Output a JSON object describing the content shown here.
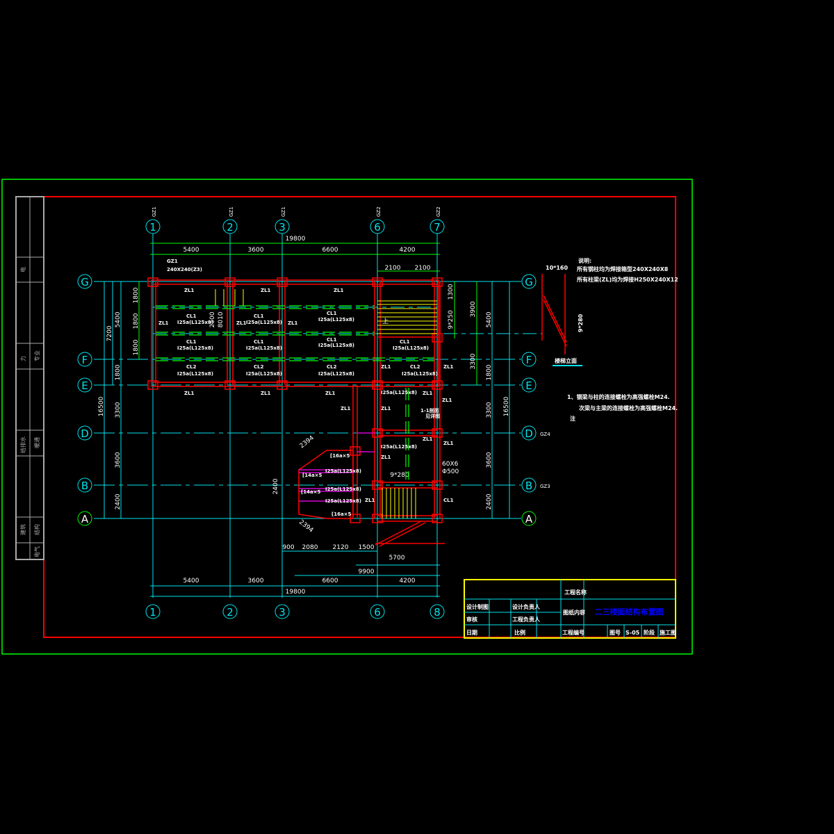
{
  "drawing": {
    "title": "二三楼面结构布置图",
    "colors": {
      "frame_outer": "#00ff00",
      "frame_inner": "#ff0000",
      "axis": "#00e5ee",
      "dim": "#00ff00",
      "beam": "#ff0000",
      "stair": "#ffff00",
      "text": "#ffffff",
      "title": "#0000ff",
      "titleblock": "#ffff00"
    }
  },
  "axes": {
    "top": [
      {
        "label": "1",
        "tag": "GZ1"
      },
      {
        "label": "2",
        "tag": "GZ1"
      },
      {
        "label": "3",
        "tag": "GZ1"
      },
      {
        "label": "6",
        "tag": "GZ2"
      },
      {
        "label": "7",
        "tag": "GZ2"
      }
    ],
    "bottom": [
      "1",
      "2",
      "3",
      "6",
      "8"
    ],
    "rows": [
      "G",
      "F",
      "E",
      "D",
      "B",
      "A"
    ],
    "right_tags": {
      "D": "GZ4",
      "B": "GZ3"
    }
  },
  "dimensions": {
    "top_total": "19800",
    "top_spans": [
      "5400",
      "3600",
      "6600",
      "4200"
    ],
    "top_sub": [
      "2100",
      "2100"
    ],
    "bottom_spans": [
      "5400",
      "3600",
      "6600",
      "4200"
    ],
    "bottom_total": "19800",
    "bottom_detail": [
      "900",
      "2080",
      "2120",
      "1500"
    ],
    "bottom_5700": "5700",
    "bottom_9900": "9900",
    "left_total": "16500",
    "left_7200": "7200",
    "left_5400": "5400",
    "left_1800s": [
      "1800",
      "1800",
      "1800"
    ],
    "left_ef": "1800",
    "left_rows": [
      "3300",
      "3600",
      "2400"
    ],
    "right_1300": "1300",
    "right_step": "9*250",
    "right_3900": "3900",
    "right_3300": "3300",
    "right_5400": "5400",
    "right_1800": "1800",
    "right_rows": [
      "3300",
      "3600",
      "2400"
    ],
    "right_total": "16500",
    "stair_bottom": "9*280",
    "bay_2394a": "2394",
    "bay_2394b": "2394",
    "bay_2400": "2400",
    "slab_2500": "2500",
    "slab_8010": "8010",
    "c60": "60X6",
    "c6500": "Φ500"
  },
  "labels": {
    "beam_zl": "ZL1",
    "cl1": "CL1",
    "cl2": "CL2",
    "cl_size": "I25a(L125x8)",
    "gz1": "GZ1",
    "gz1_spec": "240X240(Z3)",
    "bay_spec": "[16a×5",
    "bay_spec2": "[14a×5",
    "stair_up": "上",
    "section_mark": "1-1剖面",
    "section_note": "见详图"
  },
  "notes": {
    "heading": "说明:",
    "line1": "所有钢柱均为焊接箱型240X240X8",
    "line2": "所有柱梁(ZL)均为焊接H250X240X12",
    "stair_detail_dim": "10*160",
    "stair_detail_dim2": "9*280",
    "stair_detail_title": "楼梯立面",
    "note1": "1、钢梁与柱的连接螺栓为高强螺栓M24.",
    "note2": "次梁与主梁的连接螺栓为高强螺栓M24.",
    "note3": "注"
  },
  "title_block": {
    "project_label": "工程名称",
    "design_label": "设计制图",
    "design_head": "设计负责人",
    "review_label": "审核",
    "eng_head": "工程负责人",
    "drawing_label": "图纸内容",
    "date_label": "日期",
    "scale_label": "比例",
    "job_no": "工程编号",
    "sheet_label": "图号",
    "sheet_no": "S-05",
    "stage_label": "阶段",
    "stage": "施工图"
  },
  "side_strip": [
    "专业",
    "电",
    "给排水",
    "暖通",
    "力",
    "建筑",
    "结构",
    "电气"
  ]
}
